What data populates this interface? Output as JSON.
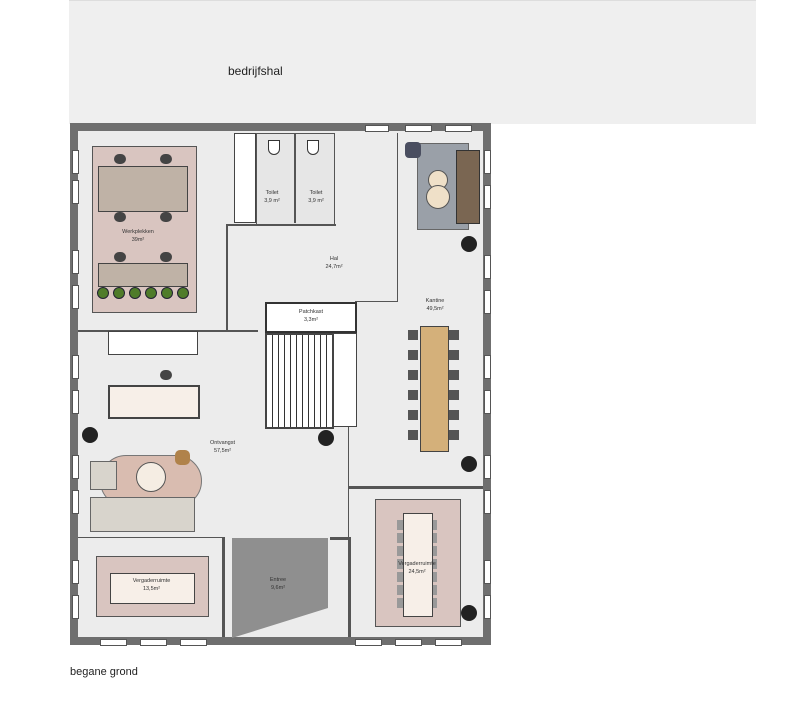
{
  "hall": {
    "label": "bedrijfshal"
  },
  "floor_label": "begane grond",
  "rooms": {
    "werkplekken": {
      "name": "Werkplekken",
      "area": "39m²"
    },
    "toilet_1": {
      "name": "Toilet",
      "area": "3,9 m²"
    },
    "toilet_2": {
      "name": "Toilet",
      "area": "3,9 m²"
    },
    "hal": {
      "name": "Hal",
      "area": "24,7m²"
    },
    "patchkast": {
      "name": "Patchkast",
      "area": "3,3m²"
    },
    "kantine": {
      "name": "Kantine",
      "area": "49,5m²"
    },
    "ontvangst": {
      "name": "Ontvangst",
      "area": "57,5m²"
    },
    "vergaderruimte_small": {
      "name": "Vergaderruimte",
      "area": "13,5m²"
    },
    "entree": {
      "name": "Entree",
      "area": "9,6m²"
    },
    "vergaderruimte_large": {
      "name": "Vergaderruimte",
      "area": "24,5m²"
    }
  },
  "colors": {
    "wall": "#6f6f6f",
    "floor": "#ececec",
    "hall": "#efefef",
    "entree": "#8f8f8f",
    "rug": "#d9c5c0",
    "table_wood": "#d4b07a"
  }
}
